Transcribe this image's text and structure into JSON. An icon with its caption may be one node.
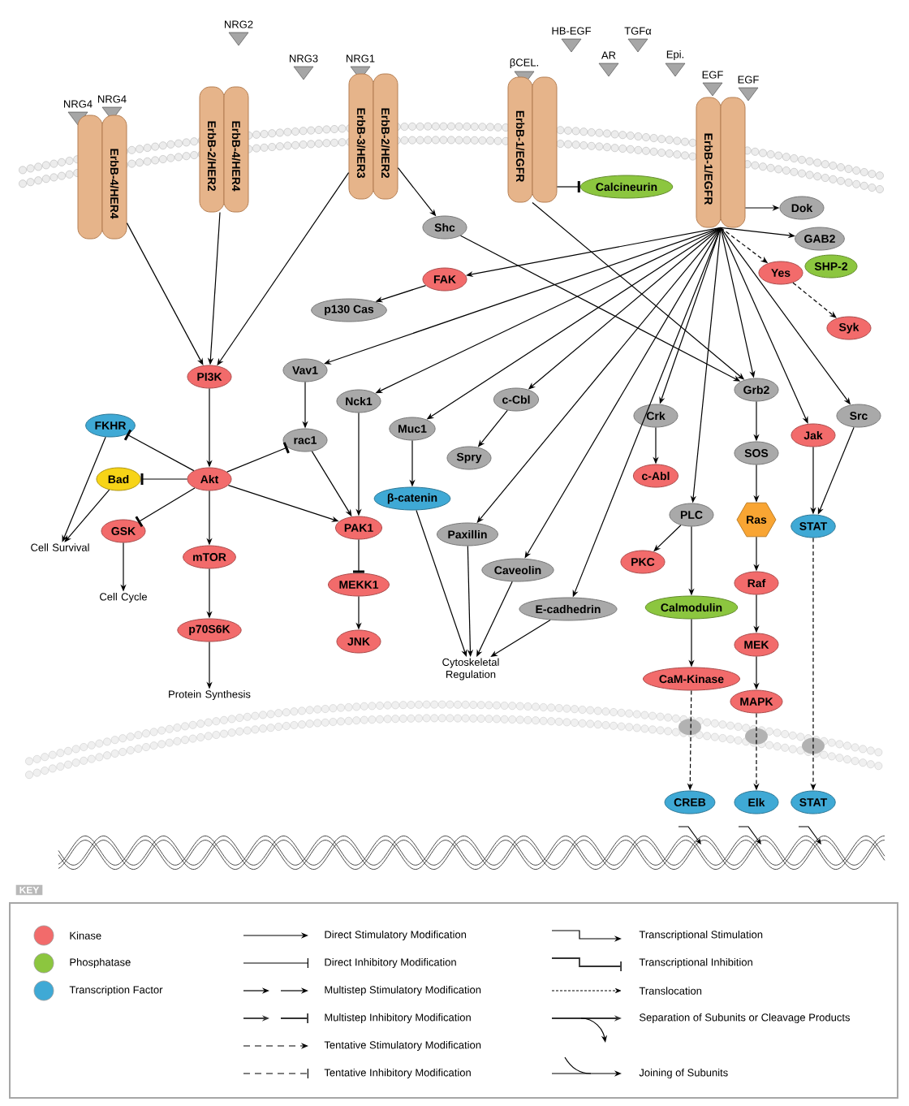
{
  "diagram": {
    "nodes": [
      {
        "text": [
          "NRG4"
        ]
      },
      {
        "text": [
          "NRG4"
        ]
      },
      {
        "text": [
          "NRG2"
        ]
      },
      {
        "text": [
          "NRG3"
        ]
      },
      {
        "text": [
          "NRG1"
        ]
      },
      {
        "text": [
          "βCEL."
        ]
      },
      {
        "text": [
          "HB-EGF"
        ]
      },
      {
        "text": [
          "AR"
        ]
      },
      {
        "text": [
          "TGFα"
        ]
      },
      {
        "text": [
          "Epi."
        ]
      },
      {
        "text": [
          "EGF"
        ]
      },
      {
        "text": [
          "EGF"
        ]
      },
      {
        "text": [
          "ErbB-4/HER4"
        ]
      },
      {
        "text": [
          "ErbB-2/HER2",
          "ErbB-4/HER4"
        ]
      },
      {
        "text": [
          "ErbB-3/HER3",
          "ErbB-2/HER2"
        ]
      },
      {
        "text": [
          "ErbB-1/EGFR"
        ]
      },
      {
        "text": [
          "ErbB-1/EGFR"
        ]
      },
      {
        "text": [
          "Calcineurin"
        ]
      },
      {
        "text": [
          "Shc"
        ]
      },
      {
        "text": [
          "Dok"
        ]
      },
      {
        "text": [
          "GAB2"
        ]
      },
      {
        "text": [
          "SHP-2"
        ]
      },
      {
        "text": [
          "FAK"
        ]
      },
      {
        "text": [
          "p130 Cas"
        ]
      },
      {
        "text": [
          "Yes"
        ]
      },
      {
        "text": [
          "Syk"
        ]
      },
      {
        "text": [
          "PI3K"
        ]
      },
      {
        "text": [
          "Vav1"
        ]
      },
      {
        "text": [
          "Nck1"
        ]
      },
      {
        "text": [
          "c-Cbl"
        ]
      },
      {
        "text": [
          "Muc1"
        ]
      },
      {
        "text": [
          "Grb2"
        ]
      },
      {
        "text": [
          "Crk"
        ]
      },
      {
        "text": [
          "Src"
        ]
      },
      {
        "text": [
          "Jak"
        ]
      },
      {
        "text": [
          "FKHR"
        ]
      },
      {
        "text": [
          "rac1"
        ]
      },
      {
        "text": [
          "Spry"
        ]
      },
      {
        "text": [
          "c-Abl"
        ]
      },
      {
        "text": [
          "SOS"
        ]
      },
      {
        "text": [
          "Bad"
        ]
      },
      {
        "text": [
          "Akt"
        ]
      },
      {
        "text": [
          "β-catenin"
        ]
      },
      {
        "text": [
          "PLC"
        ]
      },
      {
        "text": [
          "Ras"
        ]
      },
      {
        "text": [
          "STAT"
        ]
      },
      {
        "text": [
          "GSK"
        ]
      },
      {
        "text": [
          "Paxillin"
        ]
      },
      {
        "text": [
          "PAK1"
        ]
      },
      {
        "text": [
          "mTOR"
        ]
      },
      {
        "text": [
          "PKC"
        ]
      },
      {
        "text": [
          "Caveolin"
        ]
      },
      {
        "text": [
          "Raf"
        ]
      },
      {
        "text": [
          "Calmodulin"
        ]
      },
      {
        "text": [
          "E-cadhedrin"
        ]
      },
      {
        "text": [
          "MEKK1"
        ]
      },
      {
        "text": [
          "Cell Survival"
        ]
      },
      {
        "text": [
          "Cell Cycle"
        ]
      },
      {
        "text": [
          "p70S6K"
        ]
      },
      {
        "text": [
          "JNK"
        ]
      },
      {
        "text": [
          "MEK"
        ]
      },
      {
        "text": [
          "Cytoskeletal Regulation"
        ]
      },
      {
        "text": [
          "CaM-Kinase"
        ]
      },
      {
        "text": [
          "MAPK"
        ]
      },
      {
        "text": [
          "Protein Synthesis"
        ]
      },
      {
        "text": [
          "CREB"
        ]
      },
      {
        "text": [
          "Elk"
        ]
      },
      {
        "text": [
          "STAT"
        ]
      }
    ],
    "edges": [
      {
        "from": 12,
        "to": 26,
        "arrow": "to"
      },
      {
        "from": 13,
        "to": 26,
        "arrow": "to"
      },
      {
        "from": 14,
        "to": 26,
        "arrow": "to"
      },
      {
        "from": 14,
        "to": 18,
        "arrow": "to"
      },
      {
        "from": 15,
        "to": 17,
        "arrow": "other"
      },
      {
        "from": 15,
        "to": 31,
        "arrow": "to"
      },
      {
        "from": 16,
        "to": 19,
        "arrow": "to"
      },
      {
        "from": 16,
        "to": 20,
        "arrow": "to"
      },
      {
        "from": 16,
        "to": 24,
        "arrow": "to",
        "style": "dashed"
      },
      {
        "from": 24,
        "to": 25,
        "arrow": "to",
        "style": "dashed"
      },
      {
        "from": 16,
        "to": 22,
        "arrow": "to"
      },
      {
        "from": 22,
        "to": 23,
        "arrow": "to"
      },
      {
        "from": 16,
        "to": 27,
        "arrow": "to"
      },
      {
        "from": 16,
        "to": 28,
        "arrow": "to"
      },
      {
        "from": 16,
        "to": 30,
        "arrow": "to"
      },
      {
        "from": 16,
        "to": 29,
        "arrow": "to"
      },
      {
        "from": 16,
        "to": 47,
        "arrow": "to"
      },
      {
        "from": 16,
        "to": 51,
        "arrow": "to"
      },
      {
        "from": 16,
        "to": 54,
        "arrow": "to"
      },
      {
        "from": 16,
        "to": 32,
        "arrow": "to"
      },
      {
        "from": 16,
        "to": 43,
        "arrow": "to"
      },
      {
        "from": 16,
        "to": 31,
        "arrow": "to"
      },
      {
        "from": 16,
        "to": 34,
        "arrow": "to"
      },
      {
        "from": 16,
        "to": 33,
        "arrow": "to"
      },
      {
        "from": 18,
        "to": 31,
        "arrow": "to"
      },
      {
        "from": 26,
        "to": 41,
        "arrow": "to"
      },
      {
        "from": 41,
        "to": 35,
        "arrow": "other"
      },
      {
        "from": 41,
        "to": 40,
        "arrow": "other"
      },
      {
        "from": 41,
        "to": 46,
        "arrow": "other"
      },
      {
        "from": 41,
        "to": 36,
        "arrow": "other"
      },
      {
        "from": 41,
        "to": 48,
        "arrow": "to"
      },
      {
        "from": 41,
        "to": 49,
        "arrow": "to"
      },
      {
        "from": 35,
        "to": 56,
        "arrow": "to"
      },
      {
        "from": 40,
        "to": 56,
        "arrow": "to"
      },
      {
        "from": 46,
        "to": 57,
        "arrow": "to"
      },
      {
        "from": 49,
        "to": 58,
        "arrow": "to"
      },
      {
        "from": 58,
        "to": 64,
        "arrow": "to"
      },
      {
        "from": 27,
        "to": 36,
        "arrow": "to"
      },
      {
        "from": 36,
        "to": 48,
        "arrow": "to"
      },
      {
        "from": 28,
        "to": 48,
        "arrow": "to"
      },
      {
        "from": 48,
        "to": 55,
        "arrow": "other"
      },
      {
        "from": 55,
        "to": 59,
        "arrow": "to"
      },
      {
        "from": 30,
        "to": 42,
        "arrow": "to"
      },
      {
        "from": 42,
        "to": 61,
        "arrow": "to"
      },
      {
        "from": 47,
        "to": 61,
        "arrow": "to"
      },
      {
        "from": 51,
        "to": 61,
        "arrow": "to"
      },
      {
        "from": 54,
        "to": 61,
        "arrow": "to"
      },
      {
        "from": 29,
        "to": 37,
        "arrow": "to"
      },
      {
        "from": 32,
        "to": 38,
        "arrow": "to"
      },
      {
        "from": 43,
        "to": 50,
        "arrow": "to"
      },
      {
        "from": 43,
        "to": 53,
        "arrow": "to"
      },
      {
        "from": 53,
        "to": 62,
        "arrow": "to"
      },
      {
        "from": 62,
        "to": 65,
        "arrow": "to",
        "style": "dashed"
      },
      {
        "from": 31,
        "to": 39,
        "arrow": "to"
      },
      {
        "from": 39,
        "to": 44,
        "arrow": "to"
      },
      {
        "from": 44,
        "to": 52,
        "arrow": "to"
      },
      {
        "from": 52,
        "to": 60,
        "arrow": "to"
      },
      {
        "from": 60,
        "to": 63,
        "arrow": "to"
      },
      {
        "from": 63,
        "to": 66,
        "arrow": "to",
        "style": "dashed"
      },
      {
        "from": 34,
        "to": 45,
        "arrow": "to"
      },
      {
        "from": 33,
        "to": 45,
        "arrow": "to"
      },
      {
        "from": 45,
        "to": 67,
        "arrow": "to",
        "style": "dashed"
      }
    ],
    "labels": [
      "KEY"
    ],
    "legend": [
      {
        "text": "Kinase",
        "color": "#f26b6b"
      },
      {
        "text": "Phosphatase",
        "color": "#8cc63f"
      },
      {
        "text": "Transcription Factor",
        "color": "#3fa9d5"
      },
      {
        "text": "Direct Stimulatory Modification"
      },
      {
        "text": "Direct Inhibitory Modification"
      },
      {
        "text": "Multistep Stimulatory Modification"
      },
      {
        "text": "Multistep Inhibitory Modification"
      },
      {
        "text": "Tentative Stimulatory Modification"
      },
      {
        "text": "Tentative Inhibitory Modification"
      },
      {
        "text": "Transcriptional Stimulation"
      },
      {
        "text": "Transcriptional Inhibition"
      },
      {
        "text": "Translocation"
      },
      {
        "text": "Separation of Subunits or Cleavage Products"
      },
      {
        "text": "Joining of Subunits"
      }
    ]
  }
}
